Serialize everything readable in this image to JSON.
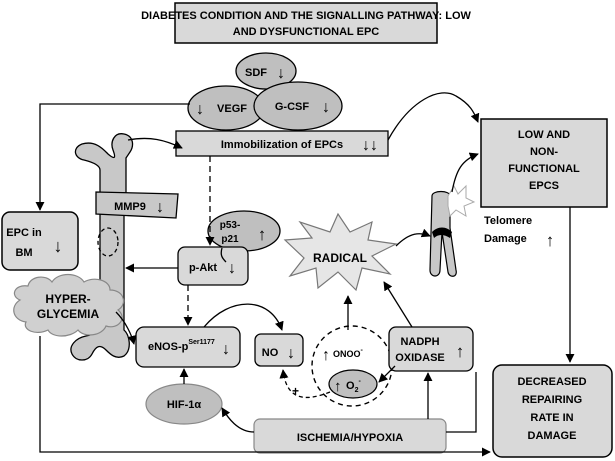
{
  "title": {
    "line1": "DIABETES CONDITION AND THE SIGNALLING PATHWAY: LOW",
    "line2": "AND DYSFUNCTIONAL EPC"
  },
  "nodes": {
    "sdf": "SDF",
    "vegf": "VEGF",
    "gcsf": "G-CSF",
    "immobilization": "Immobilization of EPCs",
    "mmp9": "MMP9",
    "epc_bm_line1": "EPC in",
    "epc_bm_line2": "BM",
    "p53_line1": "p53-",
    "p53_line2": "p21",
    "pakt": "p-Akt",
    "radical": "RADICAL",
    "hyperglycemia_line1": "HYPER-",
    "hyperglycemia_line2": "GLYCEMIA",
    "enos_main": "eNOS-p",
    "enos_sup": "Ser1177",
    "no": "NO",
    "onoo": "ONOO",
    "onoo_sup": "-",
    "o2": "O",
    "o2_sub": "2",
    "o2_sup": "-",
    "nadph_line1": "NADPH",
    "nadph_line2": "OXIDASE",
    "hif": "HIF-1α",
    "ischemia": "ISCHEMIA/HYPOXIA",
    "low_epcs_lines": [
      "LOW AND",
      "NON-",
      "FUNCTIONAL",
      "EPCS"
    ],
    "telomere_line1": "Telomere",
    "telomere_line2": "Damage",
    "repair_lines": [
      "DECREASED",
      "REPAIRING",
      "RATE IN",
      "DAMAGE"
    ],
    "plus_sign": "+"
  },
  "colors": {
    "box_fill": "#d9d9d9",
    "box_fill_light": "#e6e6e6",
    "ellipse_fill": "#bfbfbf",
    "bone_fill": "#c8c8c8",
    "stroke": "#000000"
  }
}
